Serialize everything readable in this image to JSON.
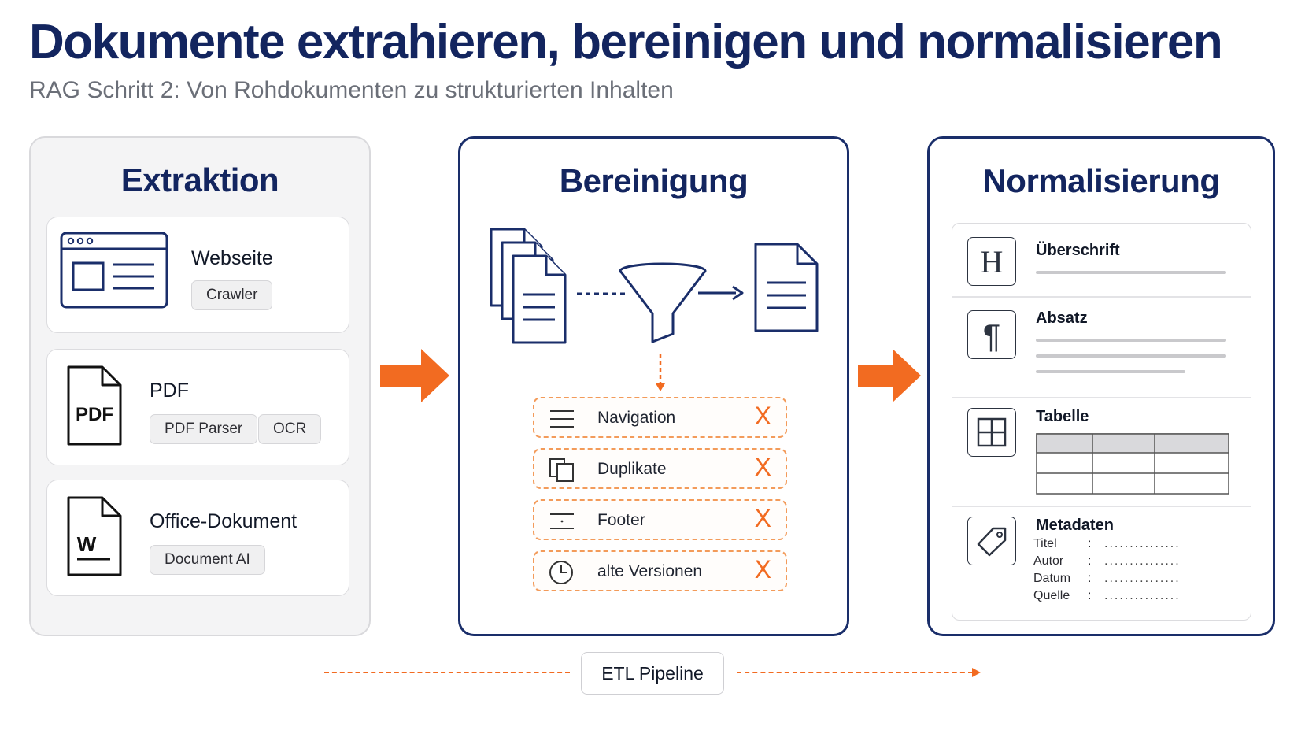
{
  "header": {
    "title": "Dokumente extrahieren, bereinigen und normalisieren",
    "subtitle": "RAG Schritt 2: Von Rohdokumenten zu strukturierten Inhalten"
  },
  "extraktion": {
    "title": "Extraktion",
    "sources": [
      {
        "label": "Webseite",
        "tools": [
          "Crawler"
        ],
        "icon": "browser-window-icon"
      },
      {
        "label": "PDF",
        "tools": [
          "PDF Parser",
          "OCR"
        ],
        "icon": "pdf-file-icon",
        "icon_text": "PDF"
      },
      {
        "label": "Office-Dokument",
        "tools": [
          "Document AI"
        ],
        "icon": "word-document-icon",
        "icon_text": "W"
      }
    ]
  },
  "bereinigung": {
    "title": "Bereinigung",
    "removed_items": [
      {
        "label": "Navigation",
        "icon": "menu-lines-icon",
        "mark": "X"
      },
      {
        "label": "Duplikate",
        "icon": "duplicate-icon",
        "mark": "X"
      },
      {
        "label": "Footer",
        "icon": "footer-icon",
        "mark": "X"
      },
      {
        "label": "alte Versionen",
        "icon": "clock-icon",
        "mark": "X"
      }
    ]
  },
  "normalisierung": {
    "title": "Normalisierung",
    "elements": [
      {
        "label": "Überschrift",
        "icon": "heading-icon",
        "icon_text": "H"
      },
      {
        "label": "Absatz",
        "icon": "paragraph-icon",
        "icon_text": "¶"
      },
      {
        "label": "Tabelle",
        "icon": "table-icon"
      },
      {
        "label": "Metadaten",
        "icon": "tag-icon"
      }
    ],
    "metadata_fields": [
      "Titel",
      "Autor",
      "Datum",
      "Quelle"
    ],
    "separator": ":",
    "dots": "..............."
  },
  "footer": {
    "pipeline_label": "ETL Pipeline"
  },
  "colors": {
    "navy": "#13255f",
    "orange": "#f26b21",
    "gray_text": "#6b6f78"
  }
}
